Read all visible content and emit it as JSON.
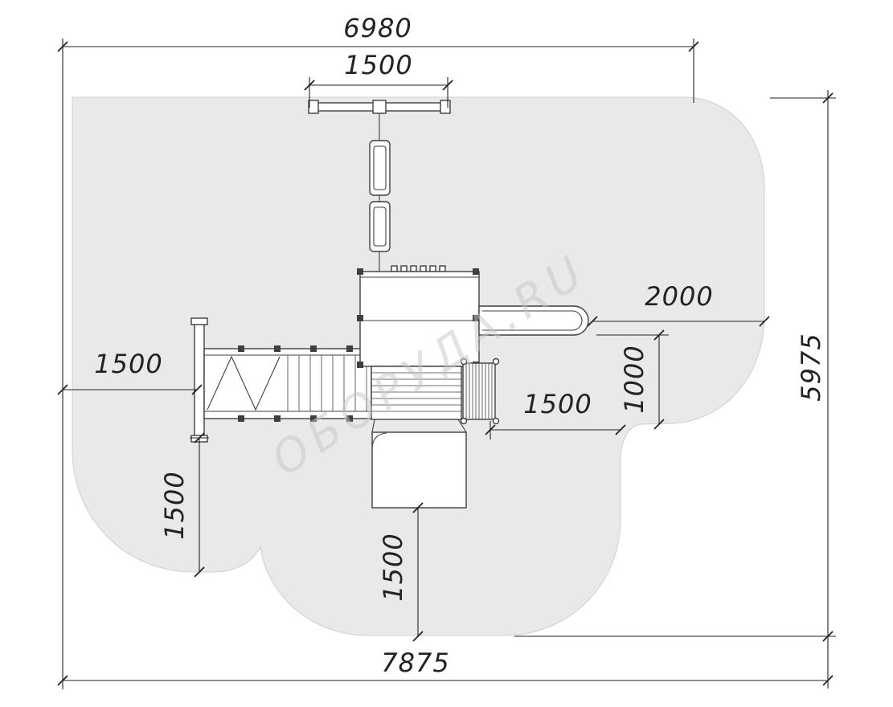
{
  "watermark": {
    "text": "ОБОРУДА.RU"
  },
  "dimensions": {
    "top_overall": "6980",
    "swing_width": "1500",
    "right_overall": "5975",
    "bottom_overall": "7875",
    "beam_right": "2000",
    "beam_clearance": "1000",
    "stairs_clearance": "1500",
    "ramp_left": "1500",
    "ramp_bottom": "1500",
    "slide_bottom": "1500"
  },
  "colors": {
    "background": "#ffffff",
    "zone_fill": "#e9e9e9",
    "zone_stroke": "#cfcfcf",
    "line": "#3f3f3f",
    "dim": "#222222",
    "watermark": "#c7c7c7"
  }
}
